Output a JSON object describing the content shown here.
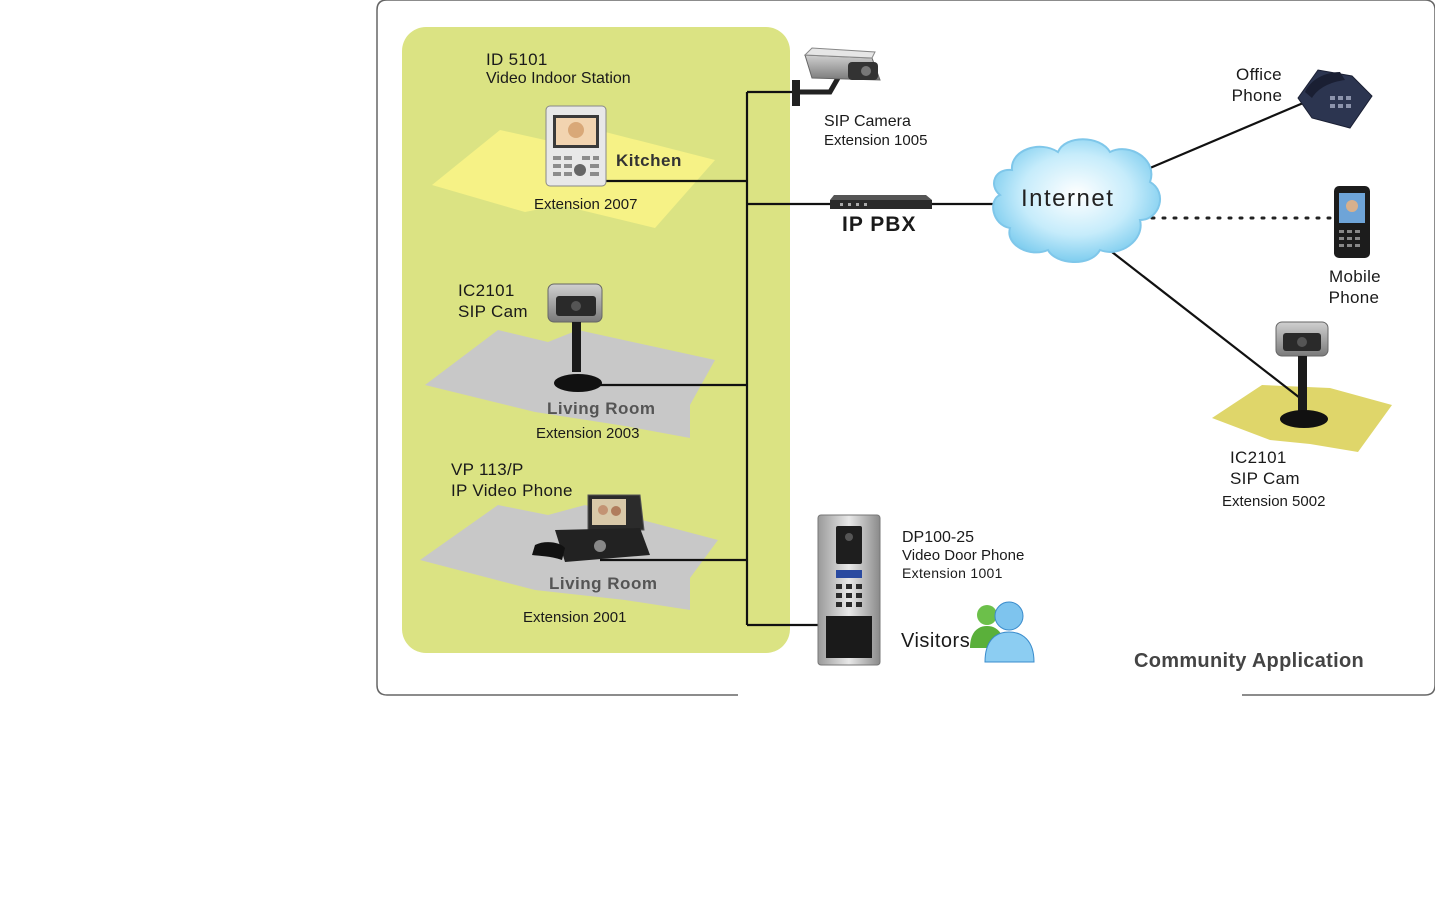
{
  "colors": {
    "frame": "#666666",
    "home_panel": "#dbe383",
    "kitchen_floor": "#f6f286",
    "room_floor": "#c8c8c8",
    "remote_floor": "#dfd66a",
    "cloud": "#8cd3f0",
    "line": "#111111"
  },
  "home": {
    "indoor_station": {
      "model": "ID 5101",
      "name": "Video Indoor Station",
      "room": "Kitchen",
      "extension": "Extension 2007"
    },
    "sip_cam": {
      "model": "IC2101",
      "name": "SIP Cam",
      "room": "Living Room",
      "extension": "Extension 2003"
    },
    "video_phone": {
      "model": "VP 113/P",
      "name": "IP Video Phone",
      "room": "Living Room",
      "extension": "Extension 2001"
    }
  },
  "sip_camera": {
    "name": "SIP Camera",
    "extension": "Extension 1005"
  },
  "pbx": {
    "label": "IP PBX"
  },
  "internet": {
    "label": "Internet"
  },
  "office_phone": {
    "line1": "Office",
    "line2": "Phone"
  },
  "mobile_phone": {
    "line1": "Mobile",
    "line2": "Phone"
  },
  "remote_cam": {
    "model": "IC2101",
    "name": "SIP Cam",
    "extension": "Extension 5002"
  },
  "door_phone": {
    "model": "DP100-25",
    "name": "Video Door Phone",
    "extension": "Extension 1001"
  },
  "visitors": {
    "label": "Visitors"
  },
  "caption": "Community Application",
  "icons": [
    "indoor-station-icon",
    "sip-camera-icon",
    "ip-cam-icon",
    "video-phone-icon",
    "pbx-icon",
    "cloud-icon",
    "office-phone-icon",
    "mobile-phone-icon",
    "door-phone-icon",
    "visitors-icon"
  ]
}
